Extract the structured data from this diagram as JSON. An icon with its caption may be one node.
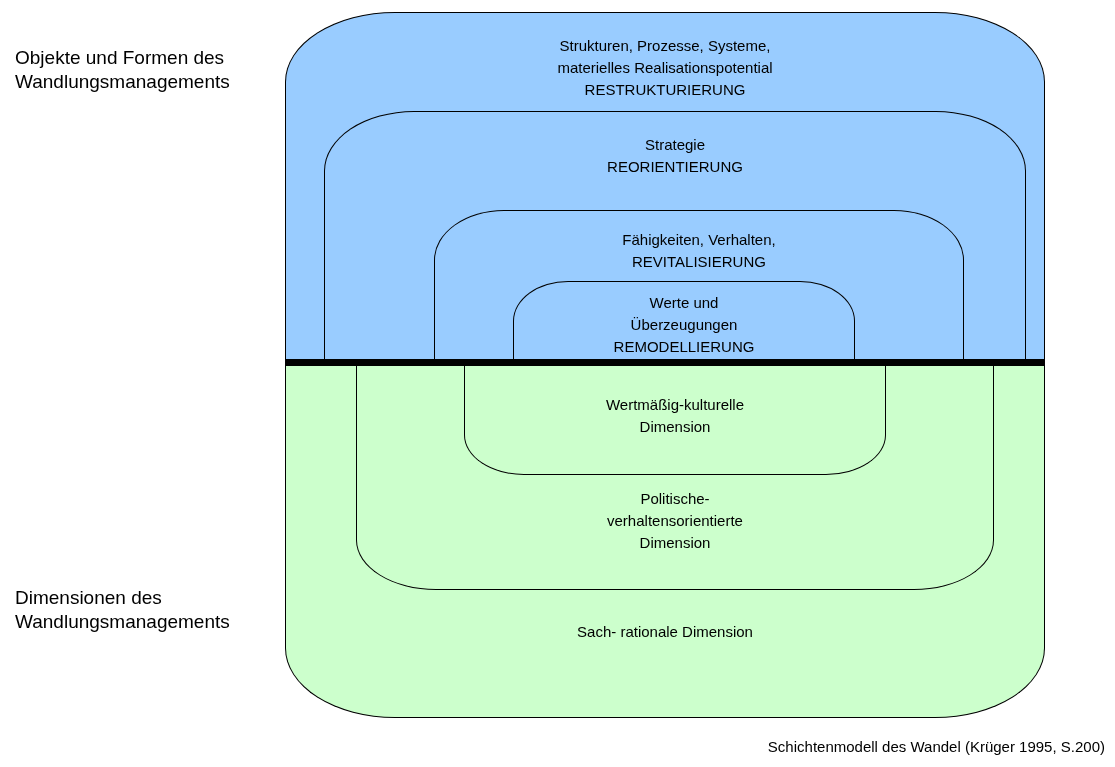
{
  "diagram": {
    "caption": "Schichtenmodell des Wandel (Krüger 1995, S.200)",
    "nodes": [
      {
        "text": [
          "Strukturen, Prozesse, Systeme, materielles Realisationspotential",
          "RESTRUKTURIERUNG"
        ]
      },
      {
        "text": [
          "Strategie",
          "REORIENTIERUNG"
        ],
        "in": 0
      },
      {
        "text": [
          "Fähigkeiten, Verhalten,",
          "REVITALISIERUNG"
        ],
        "in": 1
      },
      {
        "text": [
          "Werte und Überzeugungen",
          "REMODELLIERUNG"
        ],
        "in": 2
      },
      {
        "text": [
          "Sach- rationale Dimension"
        ]
      },
      {
        "text": [
          "Politische- verhaltensorientierte Dimension"
        ],
        "in": 4
      },
      {
        "text": [
          "Wertmäßig-kulturelle Dimension"
        ],
        "in": 5
      }
    ],
    "edges": [],
    "labels": [
      "Objekte und Formen des Wandlungsmanagements",
      "Dimensionen des Wandlungsmanagements"
    ]
  }
}
